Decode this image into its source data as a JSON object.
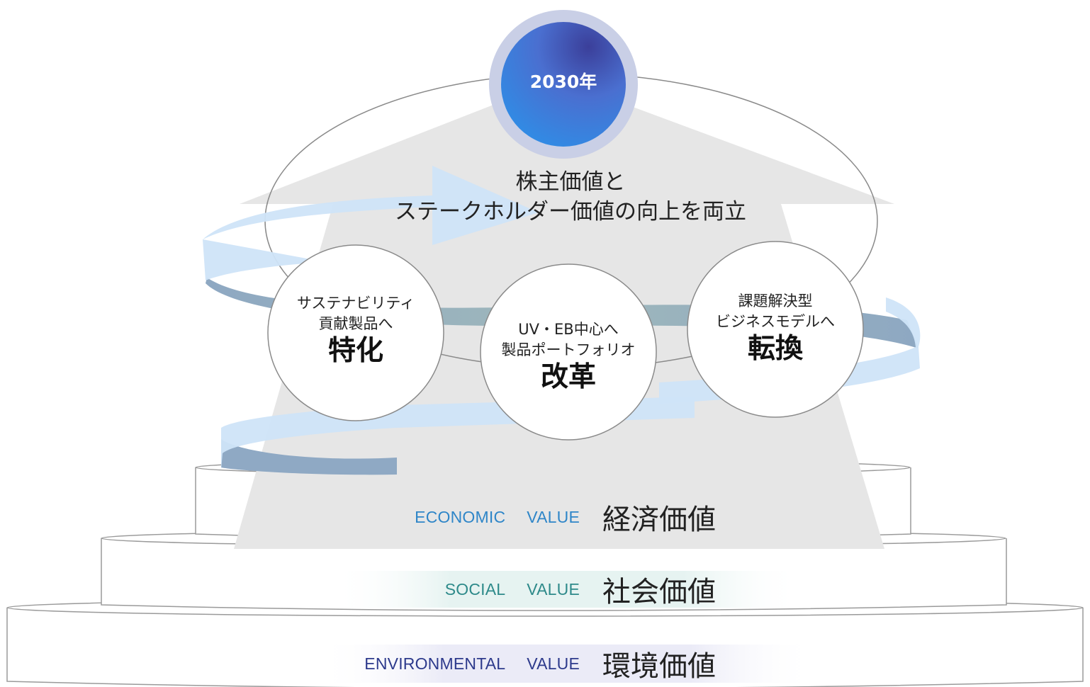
{
  "badge": {
    "label": "2030年"
  },
  "goal": {
    "line1": "株主価値と",
    "line2": "ステークホルダー価値の向上を両立"
  },
  "pillars": [
    {
      "lines": [
        "サステナビリティ",
        "貢献製品へ"
      ],
      "big": "特化"
    },
    {
      "lines": [
        "UV・EB中心へ",
        "製品ポートフォリオ"
      ],
      "big": "改革"
    },
    {
      "lines": [
        "課題解決型",
        "ビジネスモデルへ"
      ],
      "big": "転換"
    }
  ],
  "tiers": [
    {
      "en": "ECONOMIC VALUE",
      "en_a": "ECONOMIC",
      "en_b": "VALUE",
      "jp": "経済価値",
      "color": "#2f86c8"
    },
    {
      "en": "SOCIAL VALUE",
      "en_a": "SOCIAL",
      "en_b": "VALUE",
      "jp": "社会価値",
      "color": "#2e8a8a"
    },
    {
      "en": "ENVIRONMENTAL VALUE",
      "en_a": "ENVIRONMENTAL",
      "en_b": "VALUE",
      "jp": "環境価値",
      "color": "#2d3a8c"
    }
  ],
  "colors": {
    "badge_dark": "#2c3d9e",
    "badge_light": "#3a8be0",
    "spiral_front": "#cfe4f8",
    "spiral_back": "#8fa9c4",
    "arrow": "#e6e6e6"
  }
}
